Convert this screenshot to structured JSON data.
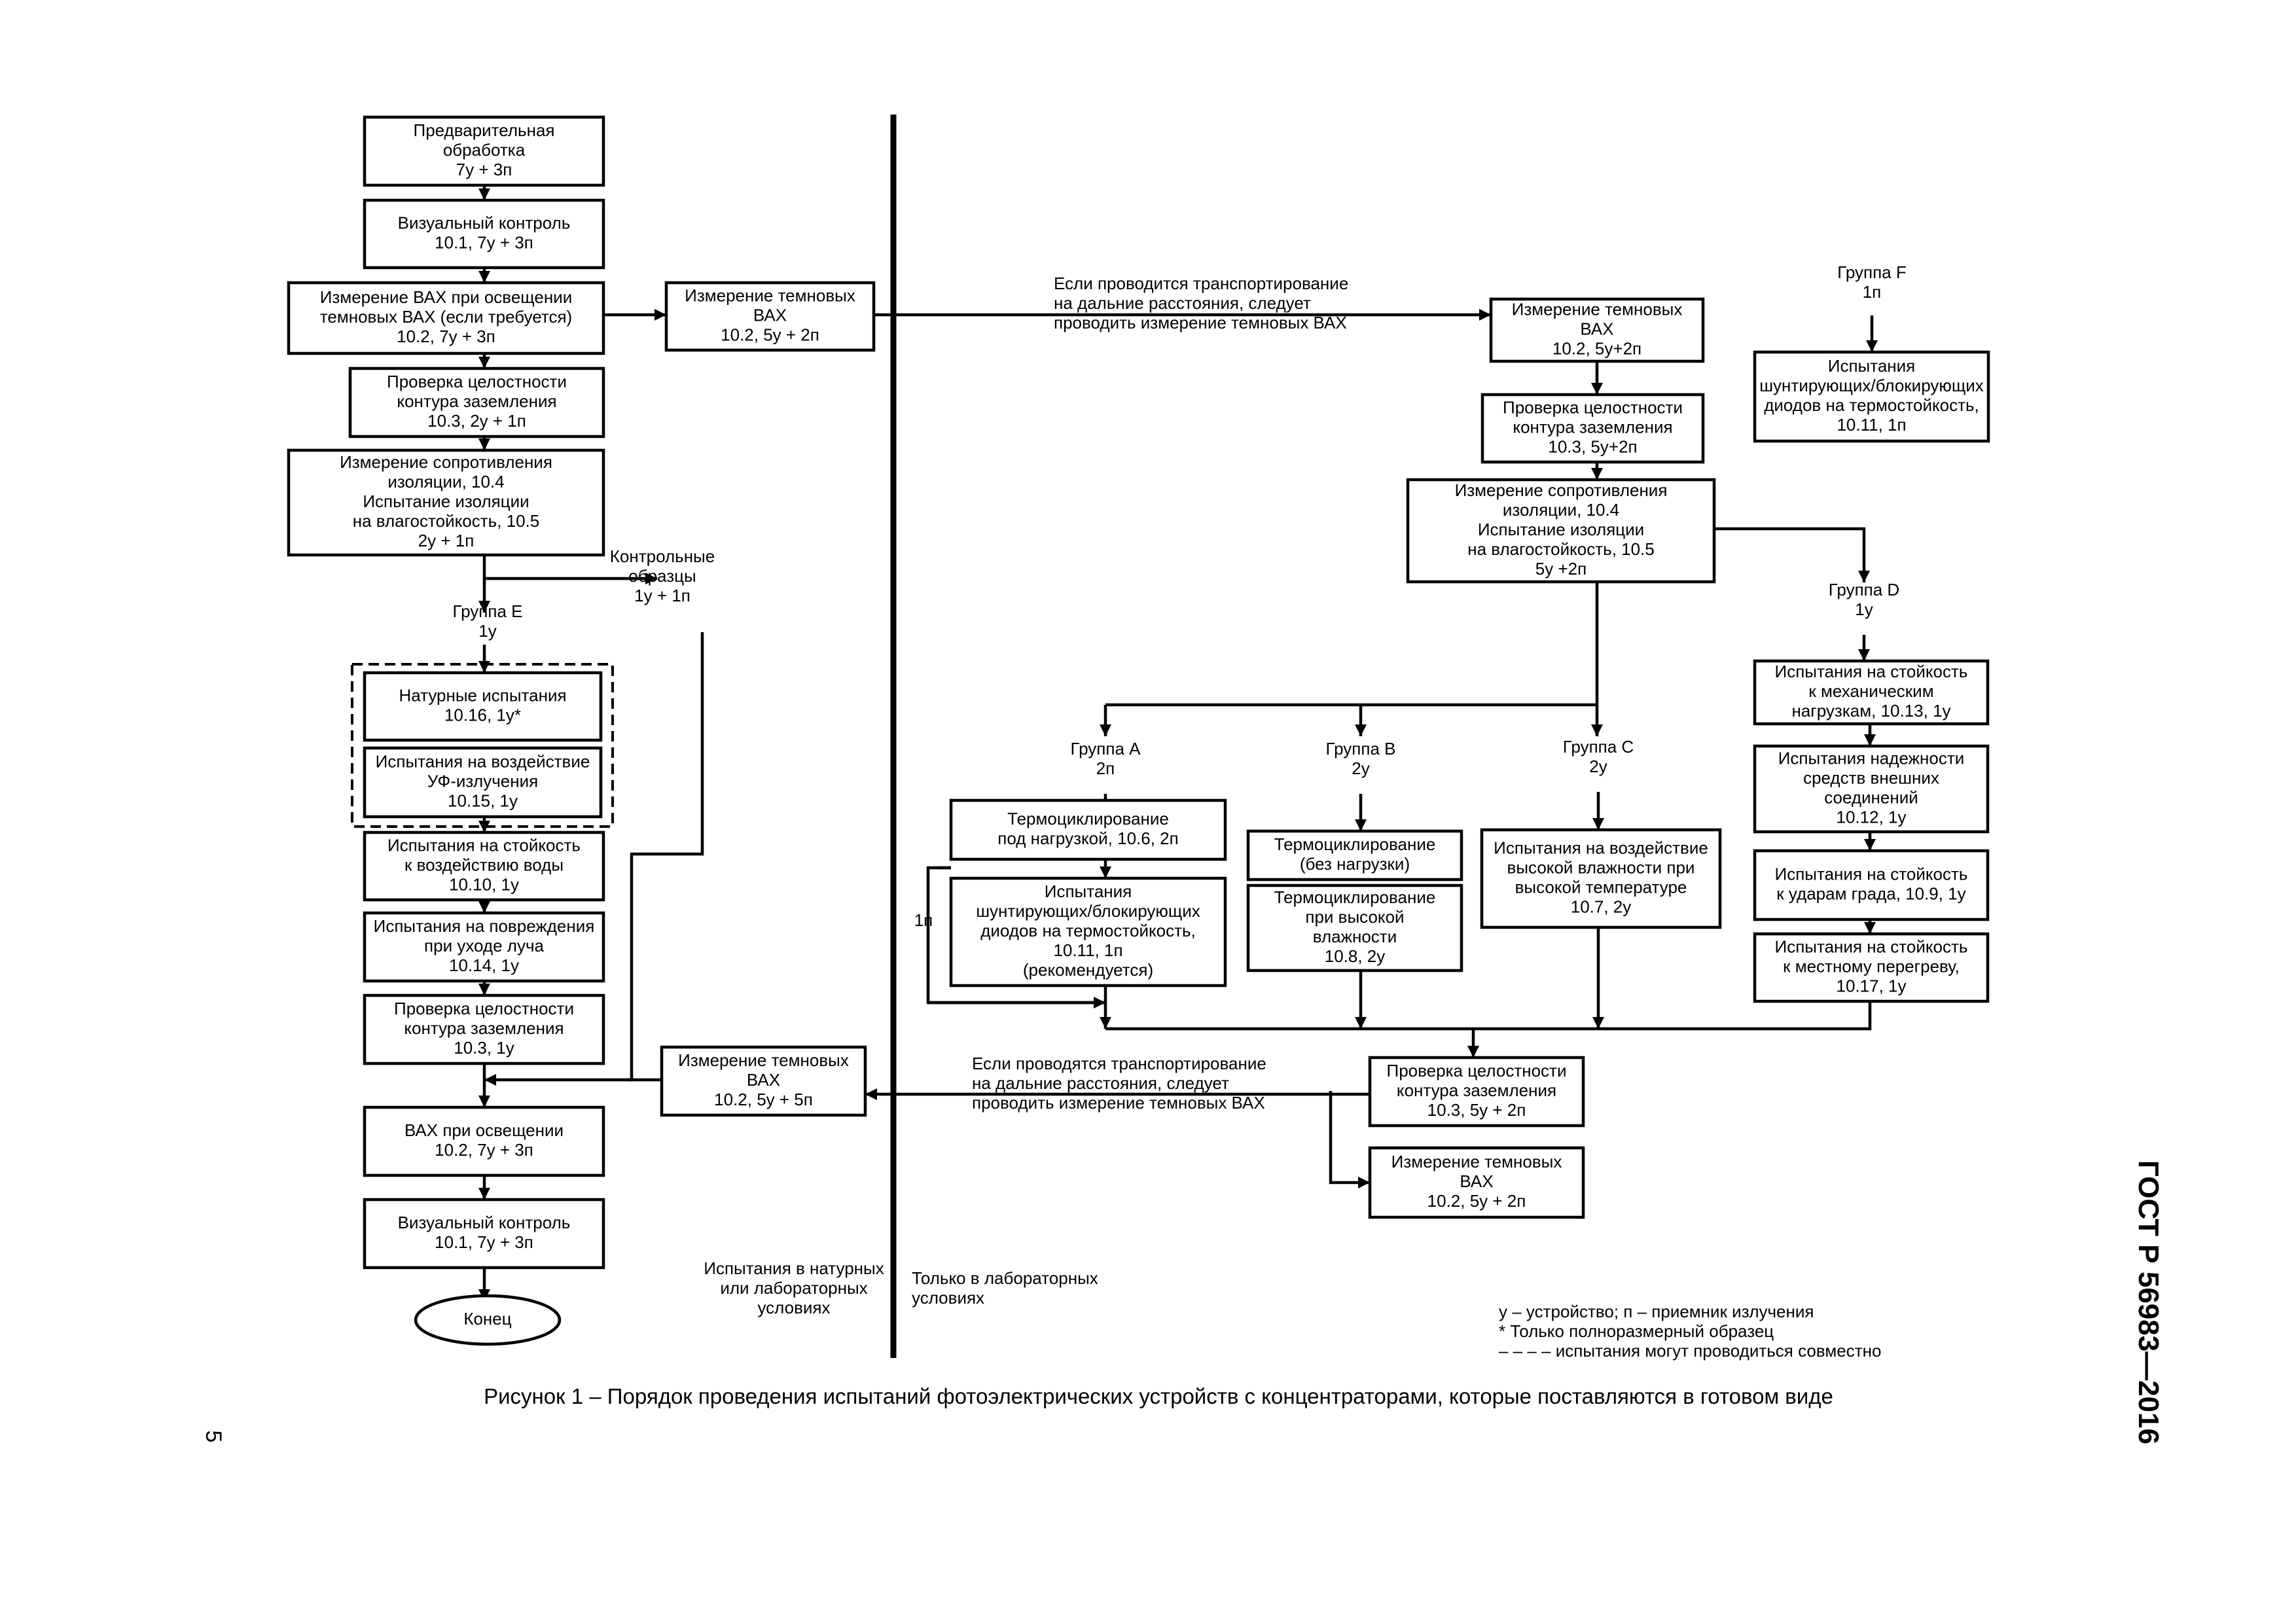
{
  "boxes": {
    "b_prelim": [
      "Предварительная",
      "обработка",
      "7у + 3п"
    ],
    "b_visual1": [
      "Визуальный контроль",
      "10.1, 7у + 3п"
    ],
    "b_vax_light": [
      "Измерение ВАХ при освещении",
      "темновых ВАХ (если требуется)",
      "10.2, 7у + 3п"
    ],
    "b_dark_top": [
      "Измерение темновых",
      "ВАХ",
      "10.2, 5у + 2п"
    ],
    "b_ground1": [
      "Проверка целостности",
      "контура заземления",
      "10.3, 2у + 1п"
    ],
    "b_insul1": [
      "Измерение сопротивления",
      "изоляции, 10.4",
      "Испытание изоляции",
      "на влагостойкость, 10.5",
      "2у + 1п"
    ],
    "b_natur": [
      "Натурные испытания",
      "10.16, 1у*"
    ],
    "b_uv": [
      "Испытания на воздействие",
      "УФ-излучения",
      "10.15, 1у"
    ],
    "b_water": [
      "Испытания на стойкость",
      "к воздействию воды",
      "10.10, 1у"
    ],
    "b_beam": [
      "Испытания на повреждения",
      "при уходе луча",
      "10.14, 1у"
    ],
    "b_ground2": [
      "Проверка целостности",
      "контура заземления",
      "10.3, 1у"
    ],
    "b_dark_mid": [
      "Измерение темновых",
      "ВАХ",
      "10.2, 5у + 5п"
    ],
    "b_vax_final": [
      "ВАХ при освещении",
      "10.2, 7у + 3п"
    ],
    "b_visual2": [
      "Визуальный контроль",
      "10.1, 7у + 3п"
    ],
    "b_end": [
      "Конец"
    ],
    "b_dark_r1": [
      "Измерение темновых",
      "ВАХ",
      "10.2, 5у+2п"
    ],
    "b_ground_r1": [
      "Проверка целостности",
      "контура заземления",
      "10.3, 5у+2п"
    ],
    "b_insul_r": [
      "Измерение сопротивления",
      "изоляции, 10.4",
      "Испытание изоляции",
      "на влагостойкость, 10.5",
      "5у +2п"
    ],
    "b_diodes_f": [
      "Испытания",
      "шунтирующих/блокирующих",
      "диодов на термостойкость,",
      "10.11, 1п"
    ],
    "b_tc_load": [
      "Термоциклирование",
      "под нагрузкой, 10.6, 2п"
    ],
    "b_diodes_a": [
      "Испытания",
      "шунтирующих/блокирующих",
      "диодов на термостойкость,",
      "10.11, 1п",
      "(рекомендуется)"
    ],
    "b_tc_noload": [
      "Термоциклирование",
      "(без нагрузки)"
    ],
    "b_tc_humid": [
      "Термоциклирование",
      "при высокой",
      "влажности",
      "10.8, 2у"
    ],
    "b_damp_heat": [
      "Испытания на воздействие",
      "высокой влажности при",
      "высокой температуре",
      "10.7, 2у"
    ],
    "b_mech": [
      "Испытания на стойкость",
      "к механическим",
      "нагрузкам, 10.13, 1у"
    ],
    "b_term": [
      "Испытания надежности",
      "средств внешних",
      "соединений",
      "10.12, 1у"
    ],
    "b_hail": [
      "Испытания на стойкость",
      "к ударам града, 10.9, 1у"
    ],
    "b_hotspot": [
      "Испытания на стойкость",
      "к местному перегреву,",
      "10.17, 1у"
    ],
    "b_ground_r2": [
      "Проверка целостности",
      "контура заземления",
      "10.3, 5у + 2п"
    ],
    "b_dark_r2": [
      "Измерение темновых",
      "ВАХ",
      "10.2, 5у + 2п"
    ]
  },
  "labels": {
    "control": [
      "Контрольные",
      "образцы",
      "1у + 1п"
    ],
    "group_e": [
      "Группа E",
      "1у"
    ],
    "group_f": [
      "Группа F",
      "1п"
    ],
    "group_d": [
      "Группа D",
      "1у"
    ],
    "group_a": [
      "Группа A",
      "2п"
    ],
    "group_b": [
      "Группа B",
      "2у"
    ],
    "group_c": [
      "Группа C",
      "2у"
    ],
    "loop_1p": [
      "1п"
    ],
    "transport_top": [
      "Если проводится транспортирование",
      "на дальние расстояния, следует",
      "проводить измерение темновых ВАХ"
    ],
    "transport_bottom": [
      "Если проводятся транспортирование",
      "на дальние расстояния, следует",
      "проводить измерение темновых ВАХ"
    ],
    "zone_left": [
      "Испытания в натурных",
      "или лабораторных",
      "условиях"
    ],
    "zone_right": [
      "Только в лабораторных",
      "условиях"
    ],
    "legend_units": [
      "у – устройство; п – приемник излучения"
    ],
    "legend_star": [
      "* Только полноразмерный образец"
    ],
    "legend_dash": [
      "– – – – испытания могут проводиться совместно"
    ]
  },
  "caption": "Рисунок 1 – Порядок проведения испытаний фотоэлектрических устройств с концентраторами, которые поставляются в готовом виде",
  "standard_id": "ГОСТ Р 56983—2016",
  "page_number": "5"
}
